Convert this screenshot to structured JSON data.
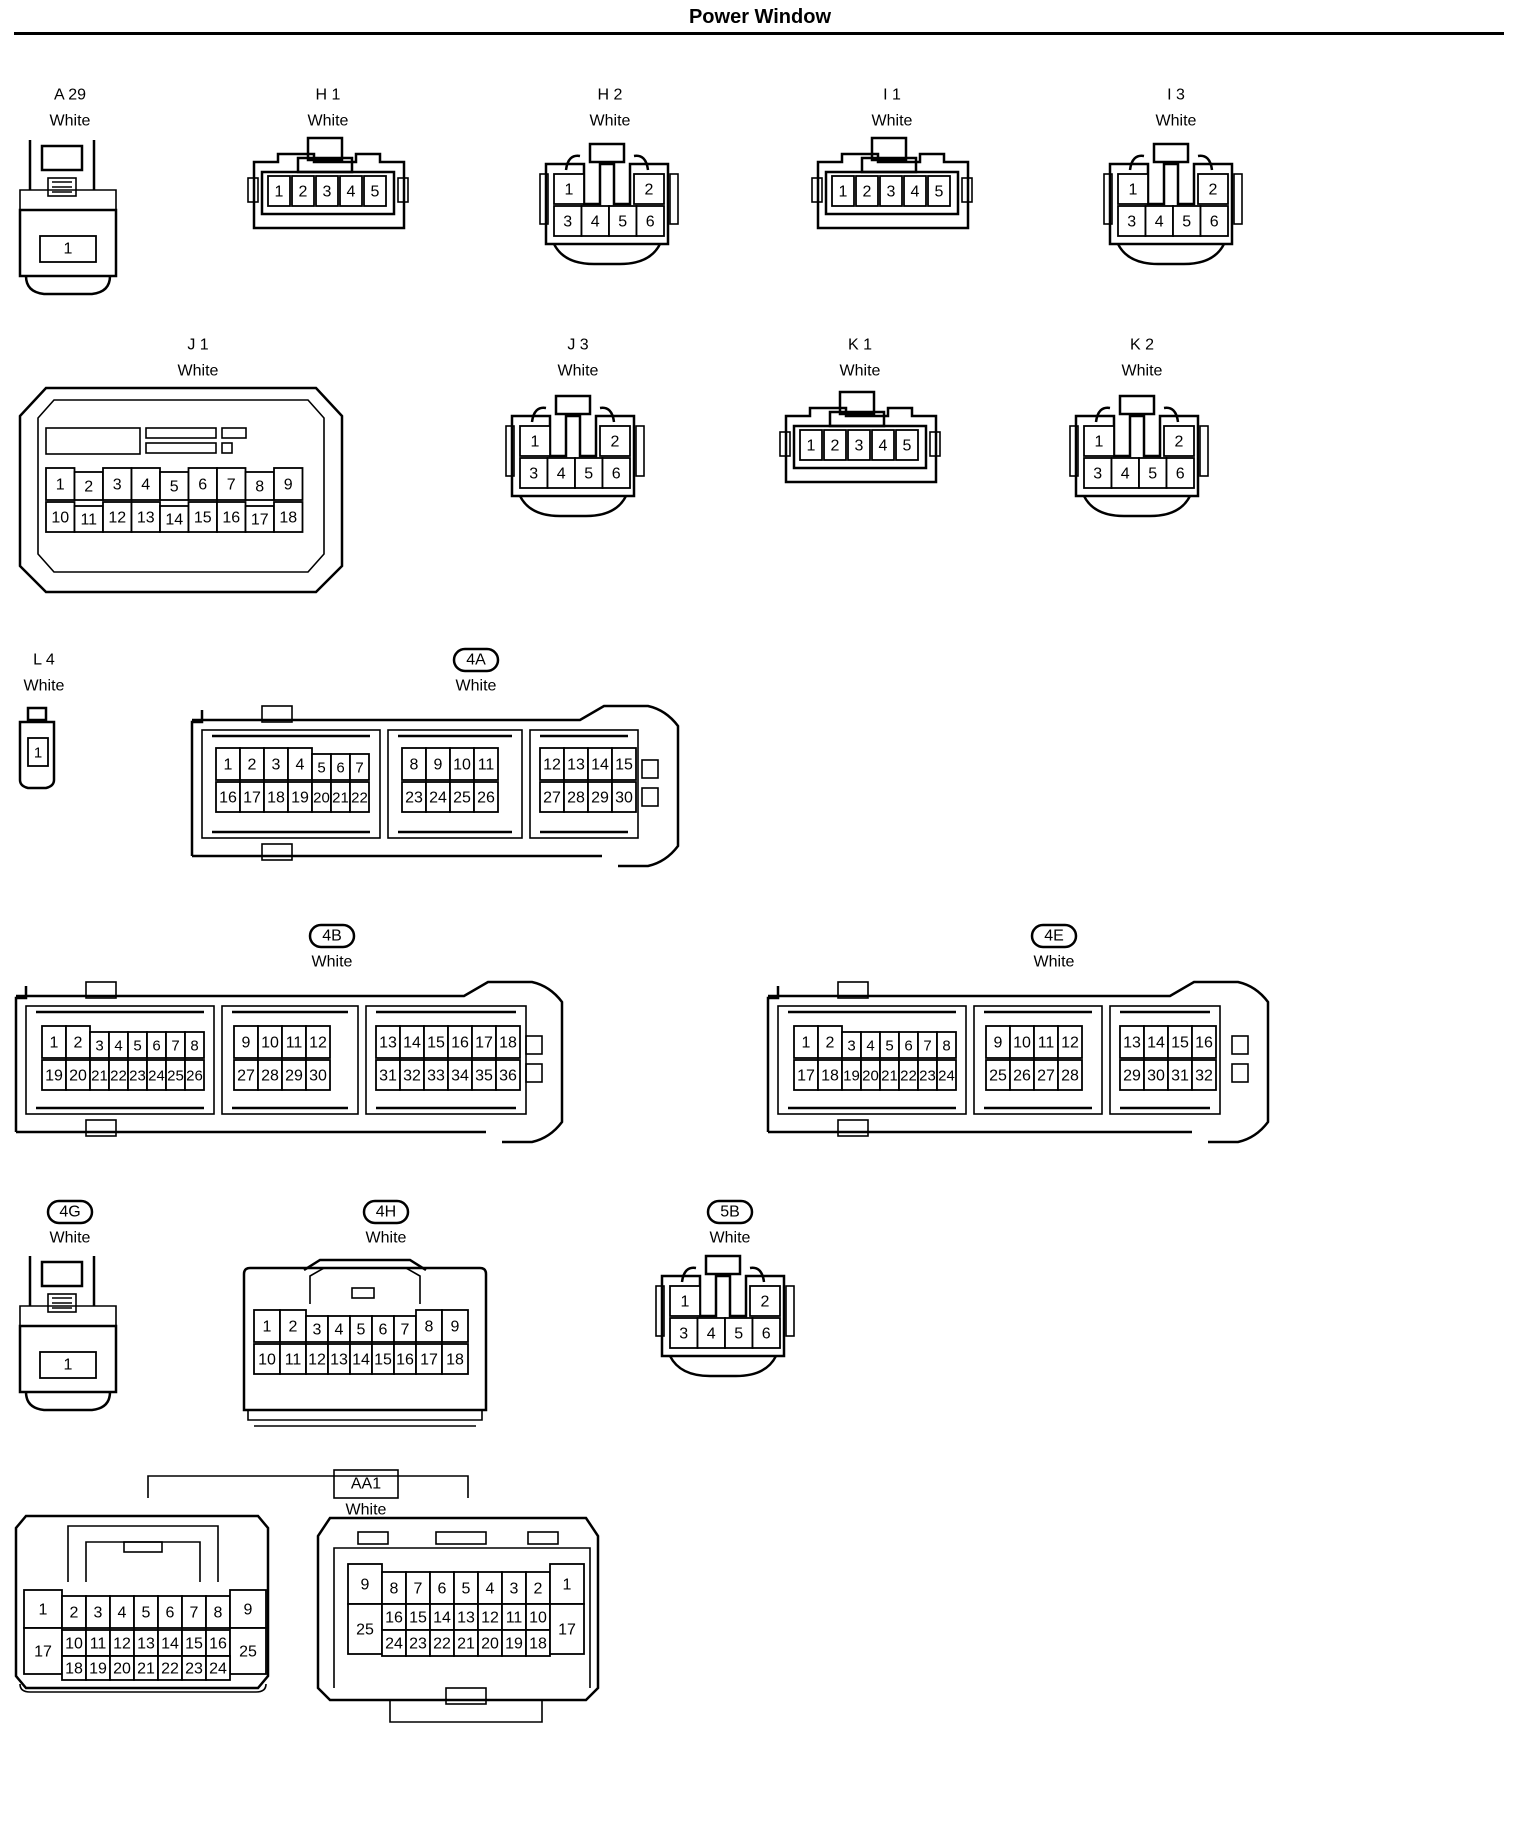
{
  "title": "Power Window",
  "connectors": [
    {
      "id": "A 29",
      "badge": "none",
      "color": "White",
      "pins": [
        "1"
      ]
    },
    {
      "id": "H 1",
      "badge": "none",
      "color": "White",
      "pins": [
        "1",
        "2",
        "3",
        "4",
        "5"
      ]
    },
    {
      "id": "H 2",
      "badge": "none",
      "color": "White",
      "pins": [
        "1",
        "2",
        "3",
        "4",
        "5",
        "6"
      ]
    },
    {
      "id": "I 1",
      "badge": "none",
      "color": "White",
      "pins": [
        "1",
        "2",
        "3",
        "4",
        "5"
      ]
    },
    {
      "id": "I 3",
      "badge": "none",
      "color": "White",
      "pins": [
        "1",
        "2",
        "3",
        "4",
        "5",
        "6"
      ]
    },
    {
      "id": "J 1",
      "badge": "none",
      "color": "White",
      "pins": [
        "1",
        "2",
        "3",
        "4",
        "5",
        "6",
        "7",
        "8",
        "9",
        "10",
        "11",
        "12",
        "13",
        "14",
        "15",
        "16",
        "17",
        "18"
      ]
    },
    {
      "id": "J 3",
      "badge": "none",
      "color": "White",
      "pins": [
        "1",
        "2",
        "3",
        "4",
        "5",
        "6"
      ]
    },
    {
      "id": "K 1",
      "badge": "none",
      "color": "White",
      "pins": [
        "1",
        "2",
        "3",
        "4",
        "5"
      ]
    },
    {
      "id": "K 2",
      "badge": "none",
      "color": "White",
      "pins": [
        "1",
        "2",
        "3",
        "4",
        "5",
        "6"
      ]
    },
    {
      "id": "L 4",
      "badge": "none",
      "color": "White",
      "pins": [
        "1"
      ]
    },
    {
      "id": "4A",
      "badge": "oval",
      "color": "White",
      "pins": [
        "1",
        "2",
        "3",
        "4",
        "5",
        "6",
        "7",
        "16",
        "17",
        "18",
        "19",
        "20",
        "21",
        "22",
        "8",
        "9",
        "10",
        "11",
        "23",
        "24",
        "25",
        "26",
        "12",
        "13",
        "14",
        "15",
        "27",
        "28",
        "29",
        "30"
      ]
    },
    {
      "id": "4B",
      "badge": "oval",
      "color": "White",
      "pins": [
        "1",
        "2",
        "3",
        "4",
        "5",
        "6",
        "7",
        "8",
        "19",
        "20",
        "21",
        "22",
        "23",
        "24",
        "25",
        "26",
        "9",
        "10",
        "11",
        "12",
        "27",
        "28",
        "29",
        "30",
        "13",
        "14",
        "15",
        "16",
        "17",
        "18",
        "31",
        "32",
        "33",
        "34",
        "35",
        "36"
      ]
    },
    {
      "id": "4E",
      "badge": "oval",
      "color": "White",
      "pins": [
        "1",
        "2",
        "3",
        "4",
        "5",
        "6",
        "7",
        "8",
        "17",
        "18",
        "19",
        "20",
        "21",
        "22",
        "23",
        "24",
        "9",
        "10",
        "11",
        "12",
        "25",
        "26",
        "27",
        "28",
        "13",
        "14",
        "15",
        "16",
        "29",
        "30",
        "31",
        "32"
      ]
    },
    {
      "id": "4G",
      "badge": "oval",
      "color": "White",
      "pins": [
        "1"
      ]
    },
    {
      "id": "4H",
      "badge": "oval",
      "color": "White",
      "pins": [
        "1",
        "2",
        "3",
        "4",
        "5",
        "6",
        "7",
        "8",
        "9",
        "10",
        "11",
        "12",
        "13",
        "14",
        "15",
        "16",
        "17",
        "18"
      ]
    },
    {
      "id": "5B",
      "badge": "oval",
      "color": "White",
      "pins": [
        "1",
        "2",
        "3",
        "4",
        "5",
        "6"
      ]
    },
    {
      "id": "AA1",
      "badge": "box",
      "color": "White",
      "pins": [
        "1",
        "2",
        "3",
        "4",
        "5",
        "6",
        "7",
        "8",
        "9",
        "10",
        "11",
        "12",
        "13",
        "14",
        "15",
        "16",
        "17",
        "18",
        "19",
        "20",
        "21",
        "22",
        "23",
        "24",
        "25"
      ]
    }
  ]
}
